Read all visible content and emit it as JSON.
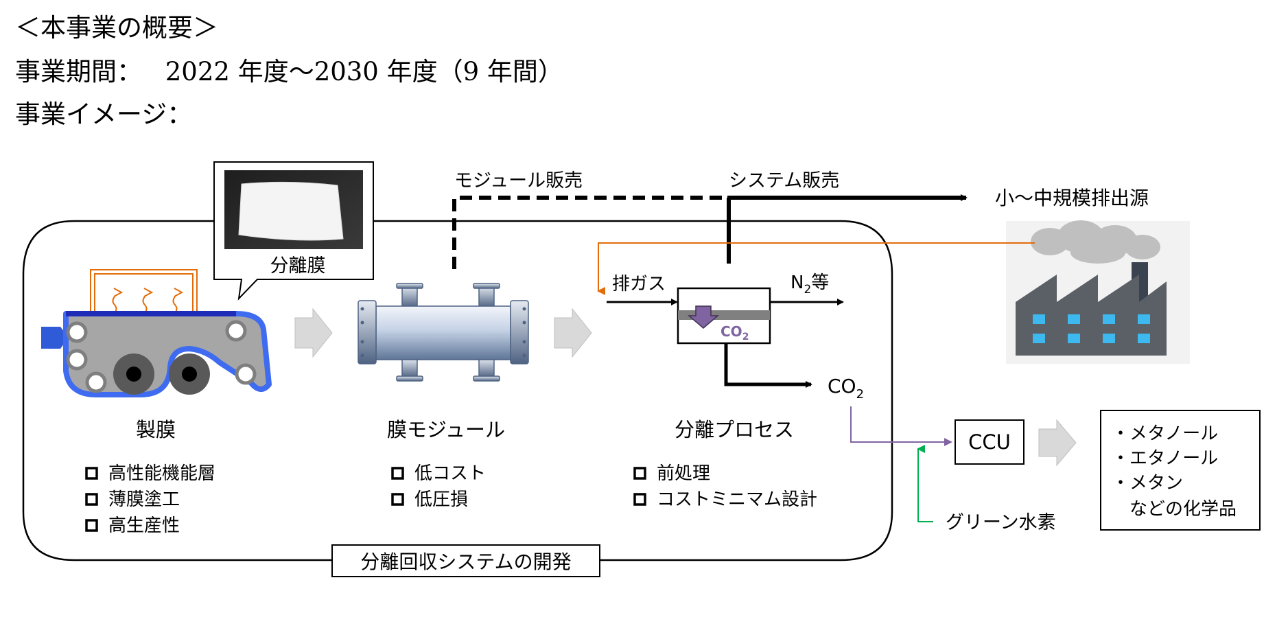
{
  "header": {
    "section_title": "＜本事業の概要＞",
    "period_label": "事業期間：",
    "period_value": "2022 年度～2030 年度（9 年間）",
    "image_label": "事業イメージ："
  },
  "diagram": {
    "membrane_callout": "分離膜",
    "sale_module": "モジュール販売",
    "sale_system": "システム販売",
    "emission_source": "小～中規模排出源",
    "exhaust_gas": "排ガス",
    "n2_main": "N",
    "n2_sub": "2",
    "n2_suffix": "等",
    "co2_main": "CO",
    "co2_sub": "2",
    "stage1": {
      "title": "製膜",
      "items": [
        "高性能機能層",
        "薄膜塗工",
        "高生産性"
      ]
    },
    "stage2": {
      "title": "膜モジュール",
      "items": [
        "低コスト",
        "低圧損"
      ]
    },
    "stage3": {
      "title": "分離プロセス",
      "items": [
        "前処理",
        "コストミニマム設計"
      ]
    },
    "development_label": "分離回収システムの開発",
    "ccu_label": "CCU",
    "green_hydrogen": "グリーン水素",
    "products": [
      "・メタノール",
      "・エタノール",
      "・メタン",
      "などの化学品"
    ]
  },
  "colors": {
    "orange": "#E36C0A",
    "blue_belt": "#3E6BF0",
    "navy_film": "#1F2CB8",
    "purple": "#8064A2",
    "green": "#00B050",
    "gray_arrow": "#D9D9D9"
  }
}
